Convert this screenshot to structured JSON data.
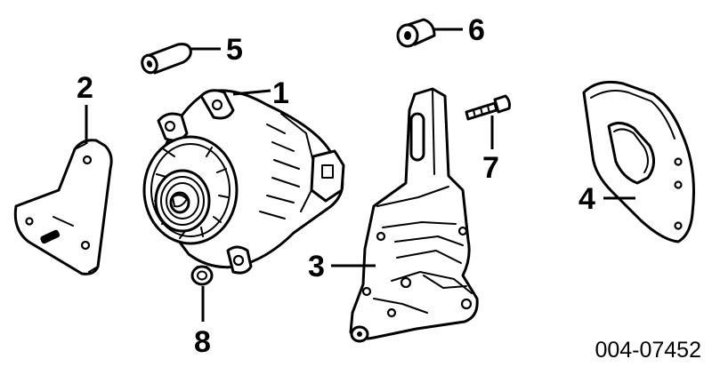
{
  "diagram": {
    "callouts": {
      "c1": "1",
      "c2": "2",
      "c3": "3",
      "c4": "4",
      "c5": "5",
      "c6": "6",
      "c7": "7",
      "c8": "8"
    },
    "part_number": "004-07452",
    "colors": {
      "ink": "#000000",
      "paper": "#ffffff"
    }
  }
}
